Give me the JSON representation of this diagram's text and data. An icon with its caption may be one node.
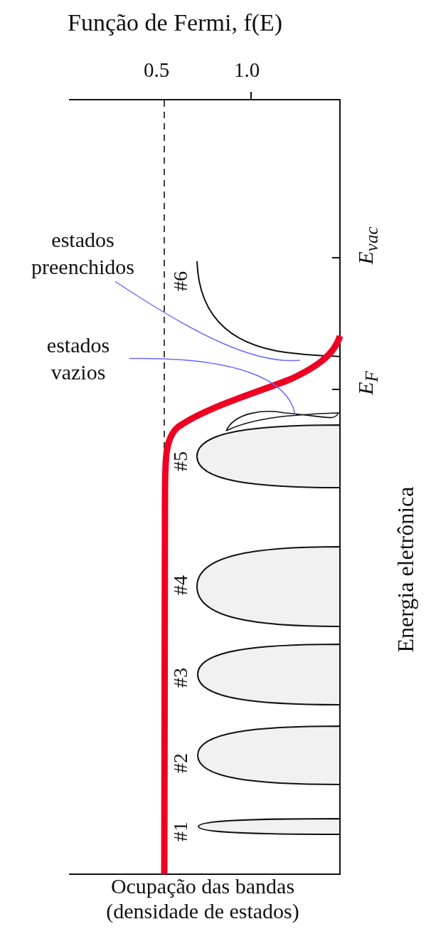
{
  "diagram": {
    "nodes": [
      {
        "text": [
          "estados preenchidos"
        ]
      },
      {
        "text": [
          "estados vazios"
        ]
      },
      {
        "text": [],
        "shape": "curve",
        "beside": [
          "#6"
        ]
      },
      {
        "text": [],
        "shape": "bar",
        "beside": [
          "#5"
        ]
      },
      {
        "text": [],
        "shape": "bar",
        "beside": [
          "#4"
        ]
      },
      {
        "text": [],
        "shape": "bar",
        "beside": [
          "#3"
        ]
      },
      {
        "text": [],
        "shape": "bar",
        "beside": [
          "#2"
        ]
      },
      {
        "text": [],
        "shape": "bar",
        "beside": [
          "#1"
        ]
      }
    ],
    "edges": [
      {
        "from": 0,
        "to": 2,
        "arrow": "none"
      },
      {
        "from": 1,
        "to": 3,
        "arrow": "none"
      }
    ],
    "labels": [
      "Função de Fermi, f(E)",
      "0.5",
      "1.0",
      "E$_{vac}$",
      "E$_{F}$",
      "Energia eletrônica",
      "Ocupação das bandas (densidade de estados)"
    ]
  }
}
